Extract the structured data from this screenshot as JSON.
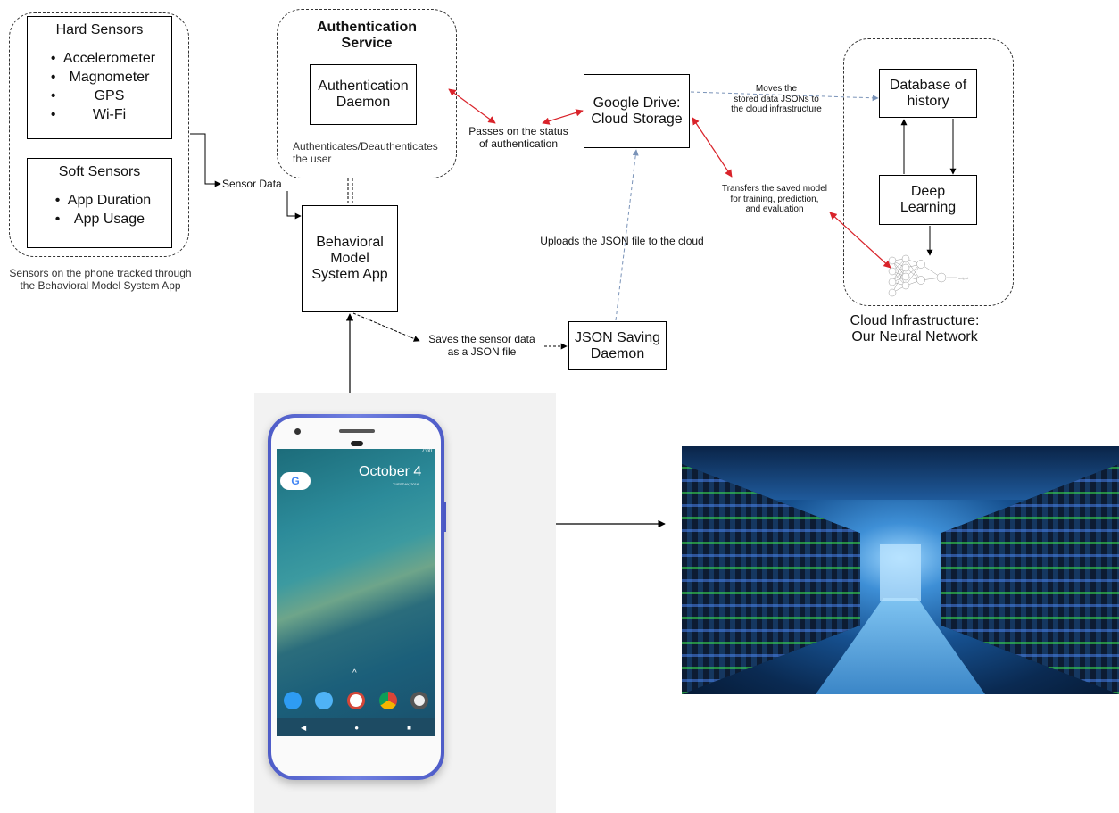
{
  "sensors": {
    "hard_title": "Hard Sensors",
    "hard_items": [
      "Accelerometer",
      "Magnometer",
      "GPS",
      "Wi-Fi"
    ],
    "soft_title": "Soft Sensors",
    "soft_items": [
      "App Duration",
      "App Usage"
    ],
    "caption_line1": "Sensors on the phone tracked through",
    "caption_line2": "the Behavioral Model System App"
  },
  "auth": {
    "title_line1": "Authentication",
    "title_line2": "Service",
    "daemon_line1": "Authentication",
    "daemon_line2": "Daemon",
    "note_line1": "Authenticates/Deauthenticates",
    "note_line2": "the user"
  },
  "app": {
    "line1": "Behavioral",
    "line2": "Model",
    "line3": "System App"
  },
  "drive": {
    "line1": "Google Drive:",
    "line2": "Cloud Storage"
  },
  "json_daemon": {
    "line1": "JSON Saving",
    "line2": "Daemon"
  },
  "cloud": {
    "db_line1": "Database of",
    "db_line2": "history",
    "dl_line1": "Deep",
    "dl_line2": "Learning",
    "nn_output": "output",
    "caption_line1": "Cloud Infrastructure:",
    "caption_line2": "Our Neural Network"
  },
  "edges": {
    "sensor_data": "Sensor Data",
    "passes_line1": "Passes on the status",
    "passes_line2": "of authentication",
    "moves_line1": "Moves the",
    "moves_line2": "stored data JSONs to",
    "moves_line3": "the cloud infrastructure",
    "transfers_line1": "Transfers the saved model",
    "transfers_line2": "for training, prediction,",
    "transfers_line3": "and evaluation",
    "uploads": "Uploads the JSON file to the cloud",
    "saves_line1": "Saves the sensor data",
    "saves_line2": "as a JSON file"
  },
  "phone": {
    "date": "October 4",
    "day": "TUESDAY, 2016",
    "time": "7:00",
    "g_letter": "G"
  },
  "colors": {
    "red_arrow": "#d9232a",
    "blue_arrow": "#7a93b8",
    "phone_frame": "#5a6ad0",
    "server_bg": "#0f3a6a"
  }
}
